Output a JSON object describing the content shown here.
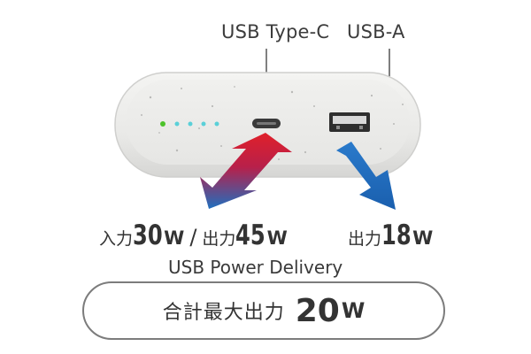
{
  "labels": {
    "usb_c": "USB Type-C",
    "usb_a": "USB-A"
  },
  "specs": {
    "input_label": "入力",
    "input_value": "30",
    "input_unit": "W",
    "separator": "/",
    "output_label": "出力",
    "output_value": "45",
    "output_unit": "W",
    "usb_a_label": "出力",
    "usb_a_value": "18",
    "usb_a_unit": "W"
  },
  "pd_label": "USB Power Delivery",
  "total": {
    "label": "合計最大出力",
    "value": "20",
    "unit": "W"
  },
  "colors": {
    "arrow_blue": "#1f6fbf",
    "arrow_red": "#e0202a",
    "led_green": "#4cc22a",
    "led_cyan": "#5ad0d8",
    "pill_border": "#7c7c7c"
  },
  "icons": [
    "power-bank-image",
    "usb-c-port-icon",
    "usb-a-port-icon",
    "double-arrow-icon",
    "down-arrow-icon"
  ]
}
